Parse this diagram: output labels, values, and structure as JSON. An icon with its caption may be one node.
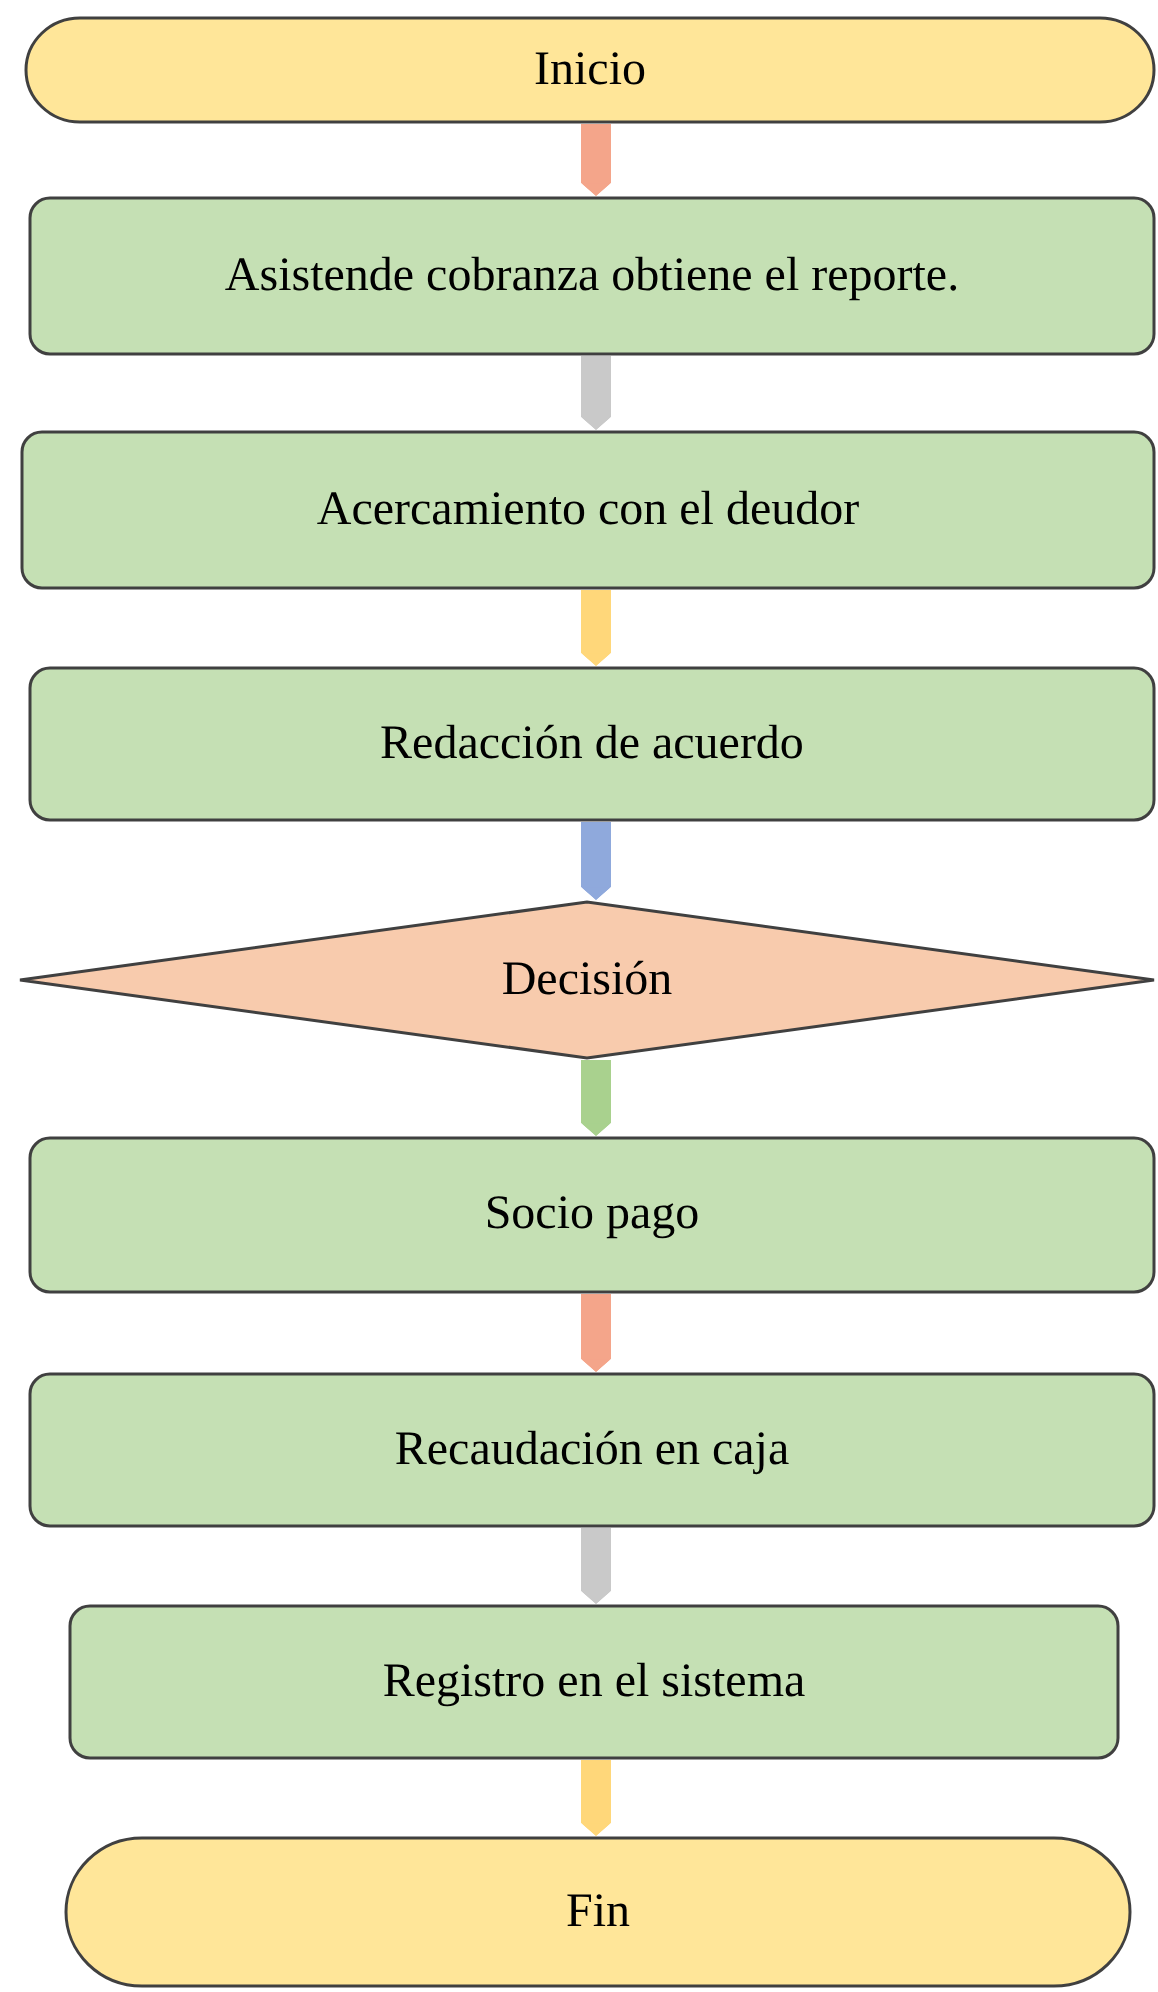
{
  "diagram": {
    "nodes": [
      {
        "text": [
          "Inicio"
        ]
      },
      {
        "text": [
          "Asistende cobranza obtiene el reporte."
        ]
      },
      {
        "text": [
          "Acercamiento con el deudor"
        ]
      },
      {
        "text": [
          "Redacción de acuerdo"
        ]
      },
      {
        "text": [
          "Decisión"
        ]
      },
      {
        "text": [
          "Socio pago"
        ]
      },
      {
        "text": [
          "Recaudación en caja"
        ]
      },
      {
        "text": [
          "Registro en el sistema"
        ]
      },
      {
        "text": [
          "Fin"
        ]
      }
    ],
    "edges": [
      {
        "from": 0,
        "to": 1,
        "arrow": "to",
        "color": "#f4a58a"
      },
      {
        "from": 1,
        "to": 2,
        "arrow": "to",
        "color": "#c9c9c9"
      },
      {
        "from": 2,
        "to": 3,
        "arrow": "to",
        "color": "#ffd77a"
      },
      {
        "from": 3,
        "to": 4,
        "arrow": "to",
        "color": "#8fa9dc"
      },
      {
        "from": 4,
        "to": 5,
        "arrow": "to",
        "color": "#a9d18e"
      },
      {
        "from": 5,
        "to": 6,
        "arrow": "to",
        "color": "#f4a58a"
      },
      {
        "from": 6,
        "to": 7,
        "arrow": "to",
        "color": "#c9c9c9"
      },
      {
        "from": 7,
        "to": 8,
        "arrow": "to",
        "color": "#ffd77a"
      }
    ]
  }
}
